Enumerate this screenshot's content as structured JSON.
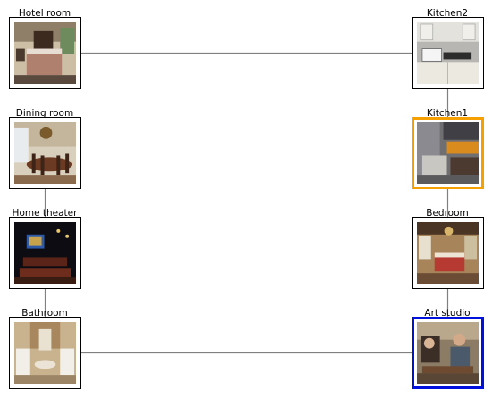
{
  "rooms": {
    "hotel_room": "Hotel room",
    "dining_room": "Dining room",
    "home_theater": "Home theater",
    "bathroom": "Bathroom",
    "kitchen2": "Kitchen2",
    "kitchen1": "Kitchen1",
    "bedroom": "Bedroom",
    "art_studio": "Art studio"
  },
  "edges": [
    [
      "hotel_room",
      "kitchen2"
    ],
    [
      "kitchen2",
      "kitchen1"
    ],
    [
      "kitchen1",
      "bedroom"
    ],
    [
      "bedroom",
      "art_studio"
    ],
    [
      "art_studio",
      "bathroom"
    ],
    [
      "bathroom",
      "home_theater"
    ],
    [
      "home_theater",
      "dining_room"
    ]
  ],
  "highlight": {
    "kitchen1": "#f5a000",
    "art_studio": "#0010dd"
  }
}
